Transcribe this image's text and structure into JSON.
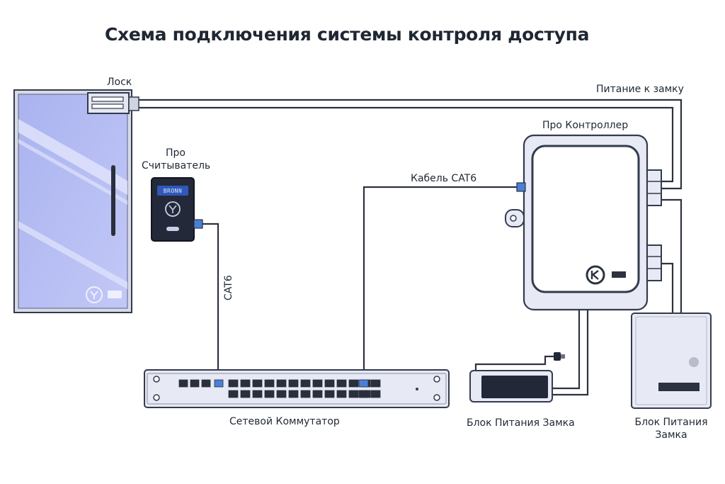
{
  "title": "Схема подключения системы контроля доступа",
  "labels": {
    "lock": "Лоск",
    "lock_power": "Питание к замку",
    "controller": "Про Контроллер",
    "reader_line1": "Про",
    "reader_line2": "Считыватель",
    "cat6_cable": "Кабель CAT6",
    "cat6_vertical": "CAT6",
    "switch": "Сетевой Коммутатор",
    "psu_left": "Блок Питания Замка",
    "psu_right_line1": "Блок Питания",
    "psu_right_line2": "Замка"
  },
  "reader_screen": "BRONN",
  "icons": {
    "door": "glass-door-icon",
    "lock": "magnetic-lock-icon",
    "reader": "card-reader-icon",
    "controller": "controller-box-icon",
    "switch": "network-switch-icon",
    "psu_adapter": "power-adapter-icon",
    "psu_box": "power-supply-box-icon"
  },
  "colors": {
    "outline": "#333b4d",
    "door_glass": "#b6bef3",
    "device_fill": "#e7e9f4",
    "port_highlight": "#4a7fd6",
    "dark_device": "#222838"
  }
}
